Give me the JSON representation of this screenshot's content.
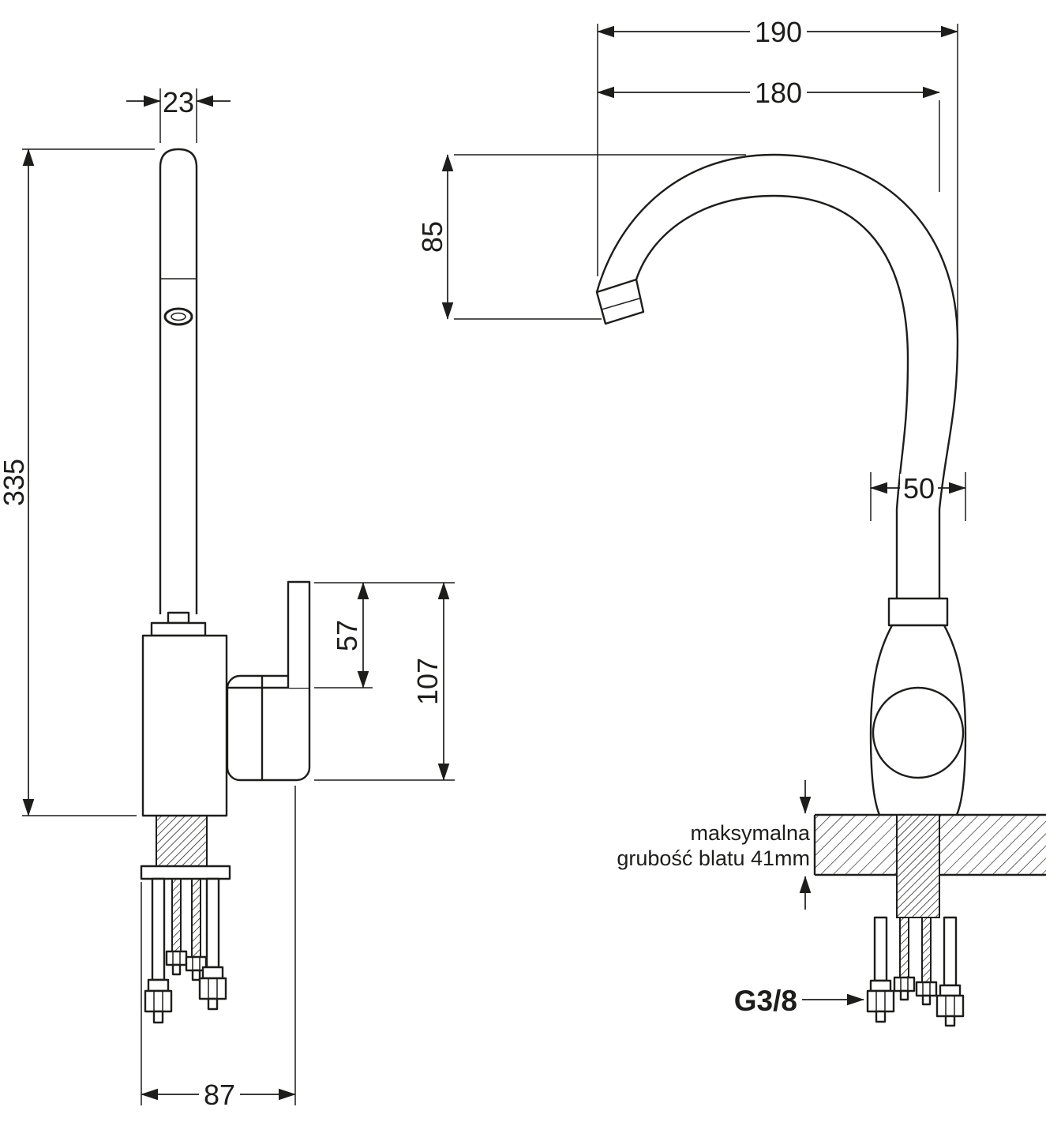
{
  "style": {
    "ink": "#1d1d1b",
    "background": "#ffffff"
  },
  "drawing": {
    "left_view": {
      "spout_width": "23",
      "total_height": "335",
      "handle_height": "57",
      "body_height": "107",
      "base_width": "87"
    },
    "right_view": {
      "overall_depth": "190",
      "spout_reach": "180",
      "spout_drop": "85",
      "body_width": "50",
      "thread_size": "G3/8",
      "countertop_note_line1": "maksymalna",
      "countertop_note_line2": "grubość blatu 41mm"
    }
  }
}
